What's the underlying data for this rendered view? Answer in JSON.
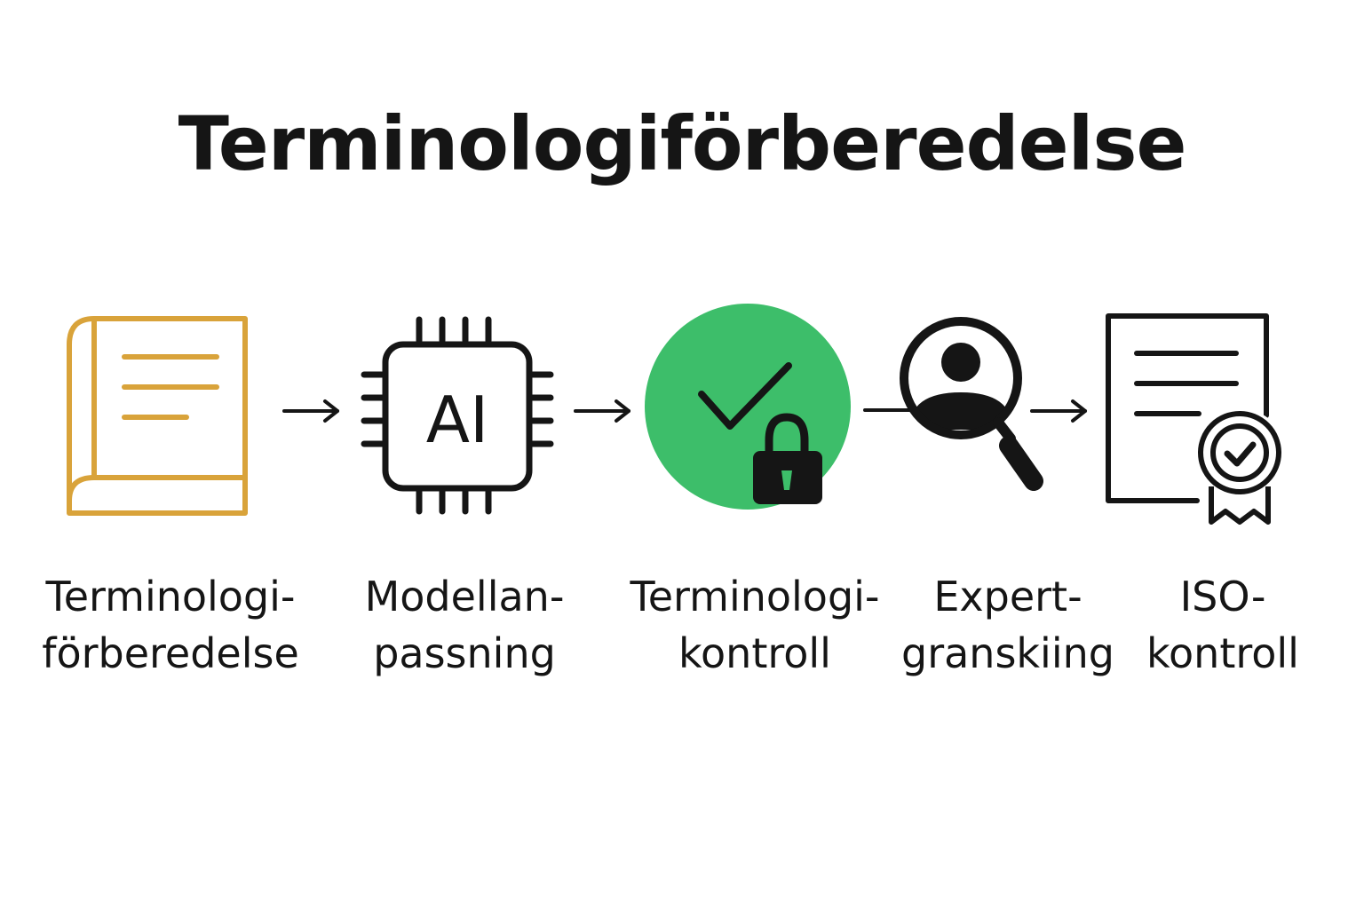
{
  "title": "Terminologiförberedelse",
  "colors": {
    "book": "#D9A33A",
    "check_circle": "#3DBE6A",
    "ink": "#151515"
  },
  "steps": [
    {
      "icon": "book-icon",
      "label_line1": "Terminologi-",
      "label_line2": "förberedelse"
    },
    {
      "icon": "ai-chip-icon",
      "chip_text": "AI",
      "label_line1": "Modellan-",
      "label_line2": "passning"
    },
    {
      "icon": "check-lock-icon",
      "label_line1": "Terminologi-",
      "label_line2": "kontroll"
    },
    {
      "icon": "person-magnifier-icon",
      "label_line1": "Expert-",
      "label_line2": "granskiing"
    },
    {
      "icon": "certificate-icon",
      "label_line1": "ISO-",
      "label_line2": "kontroll"
    }
  ]
}
